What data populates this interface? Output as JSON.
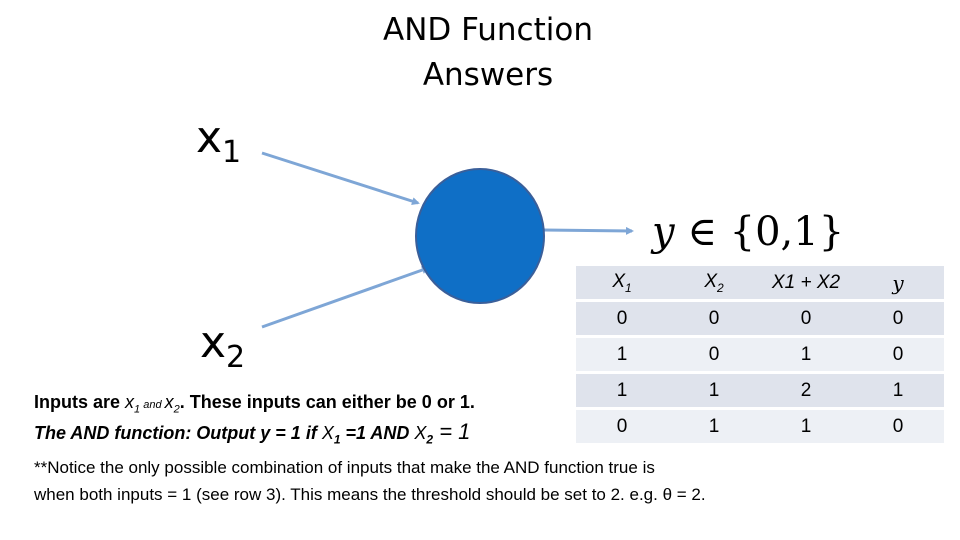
{
  "title": {
    "line1": "AND Function",
    "line2": "Answers"
  },
  "inputs": {
    "x1": {
      "base": "x",
      "sub": "1"
    },
    "x2": {
      "base": "x",
      "sub": "2"
    }
  },
  "output": {
    "var": "y",
    "set": "∈ {0,1}"
  },
  "colors": {
    "neuron_fill": "#0f6fc6",
    "neuron_stroke": "#3a5f9a",
    "arrow": "#7ea6d6",
    "table_header": "#dfe3ec",
    "row_odd": "#dfe3ec",
    "row_even": "#edf0f5"
  },
  "truth_table": {
    "headers": [
      {
        "base": "X",
        "sub": "1"
      },
      {
        "base": "X",
        "sub": "2"
      },
      {
        "text": "X1 + X2"
      },
      {
        "text": "y"
      }
    ],
    "rows": [
      [
        "0",
        "0",
        "0",
        "0"
      ],
      [
        "1",
        "0",
        "1",
        "0"
      ],
      [
        "1",
        "1",
        "2",
        "1"
      ],
      [
        "0",
        "1",
        "1",
        "0"
      ]
    ]
  },
  "notes": {
    "line1": {
      "a": "Inputs are ",
      "x": "x",
      "x_sub": "1",
      "and": " and ",
      "x2": "x",
      "x2_sub": "2",
      "rest": ". These inputs can either be 0 or 1."
    },
    "line2": {
      "a": "The AND function:  Output y = 1 if ",
      "x": "X",
      "x_sub": "1",
      "mid": " =1 AND ",
      "x2": "X",
      "x2_sub": "2",
      "end": " = 1"
    },
    "line3": "**Notice the only possible combination of inputs that make the AND function true is",
    "line4": "when both inputs = 1 (see row 3). This means the threshold should be set to 2. e.g. θ = 2."
  }
}
